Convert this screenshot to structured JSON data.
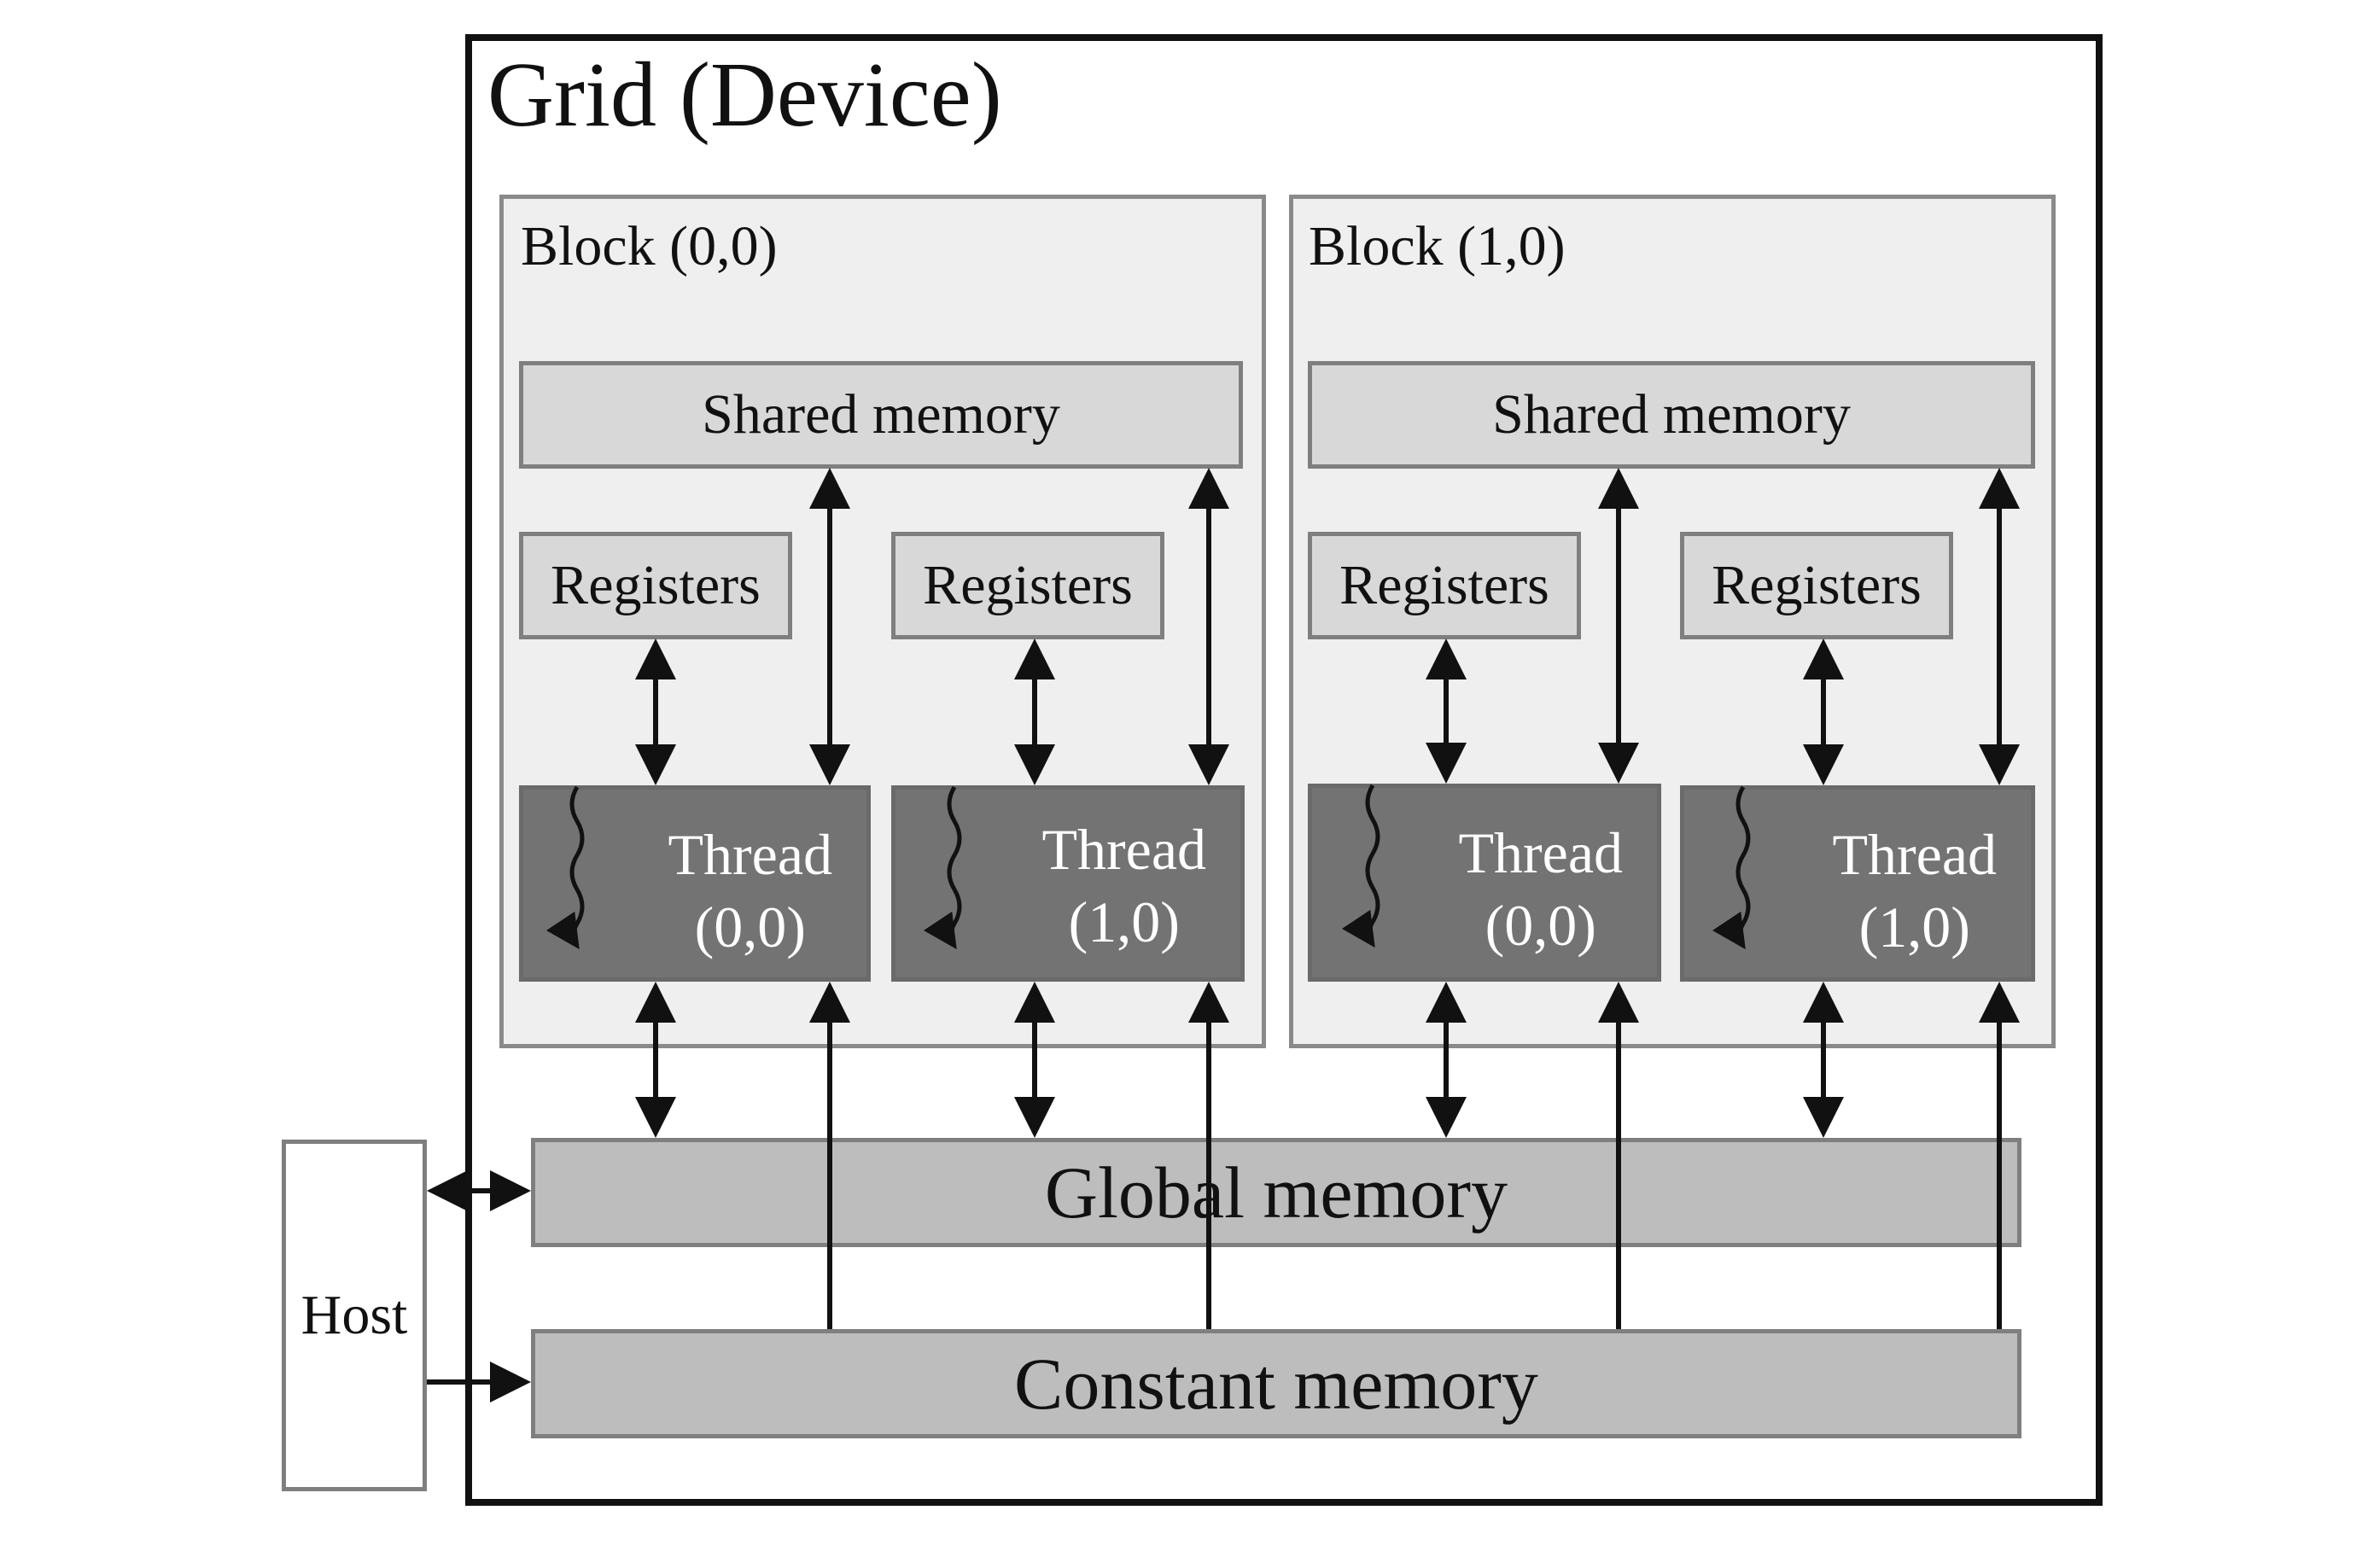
{
  "grid": {
    "title": "Grid (Device)"
  },
  "blocks": [
    {
      "title": "Block (0,0)",
      "shared": "Shared memory",
      "registers": [
        "Registers",
        "Registers"
      ],
      "threads": [
        {
          "line1": "Thread",
          "line2": "(0,0)"
        },
        {
          "line1": "Thread",
          "line2": "(1,0)"
        }
      ]
    },
    {
      "title": "Block (1,0)",
      "shared": "Shared memory",
      "registers": [
        "Registers",
        "Registers"
      ],
      "threads": [
        {
          "line1": "Thread",
          "line2": "(0,0)"
        },
        {
          "line1": "Thread",
          "line2": "(1,0)"
        }
      ]
    }
  ],
  "global_memory": "Global memory",
  "constant_memory": "Constant memory",
  "host": "Host",
  "colors": {
    "block_fill": "#efefef",
    "memory_fill": "#d8d8d8",
    "thread_fill": "#737373",
    "global_fill": "#bdbdbd",
    "line": "#111111"
  }
}
